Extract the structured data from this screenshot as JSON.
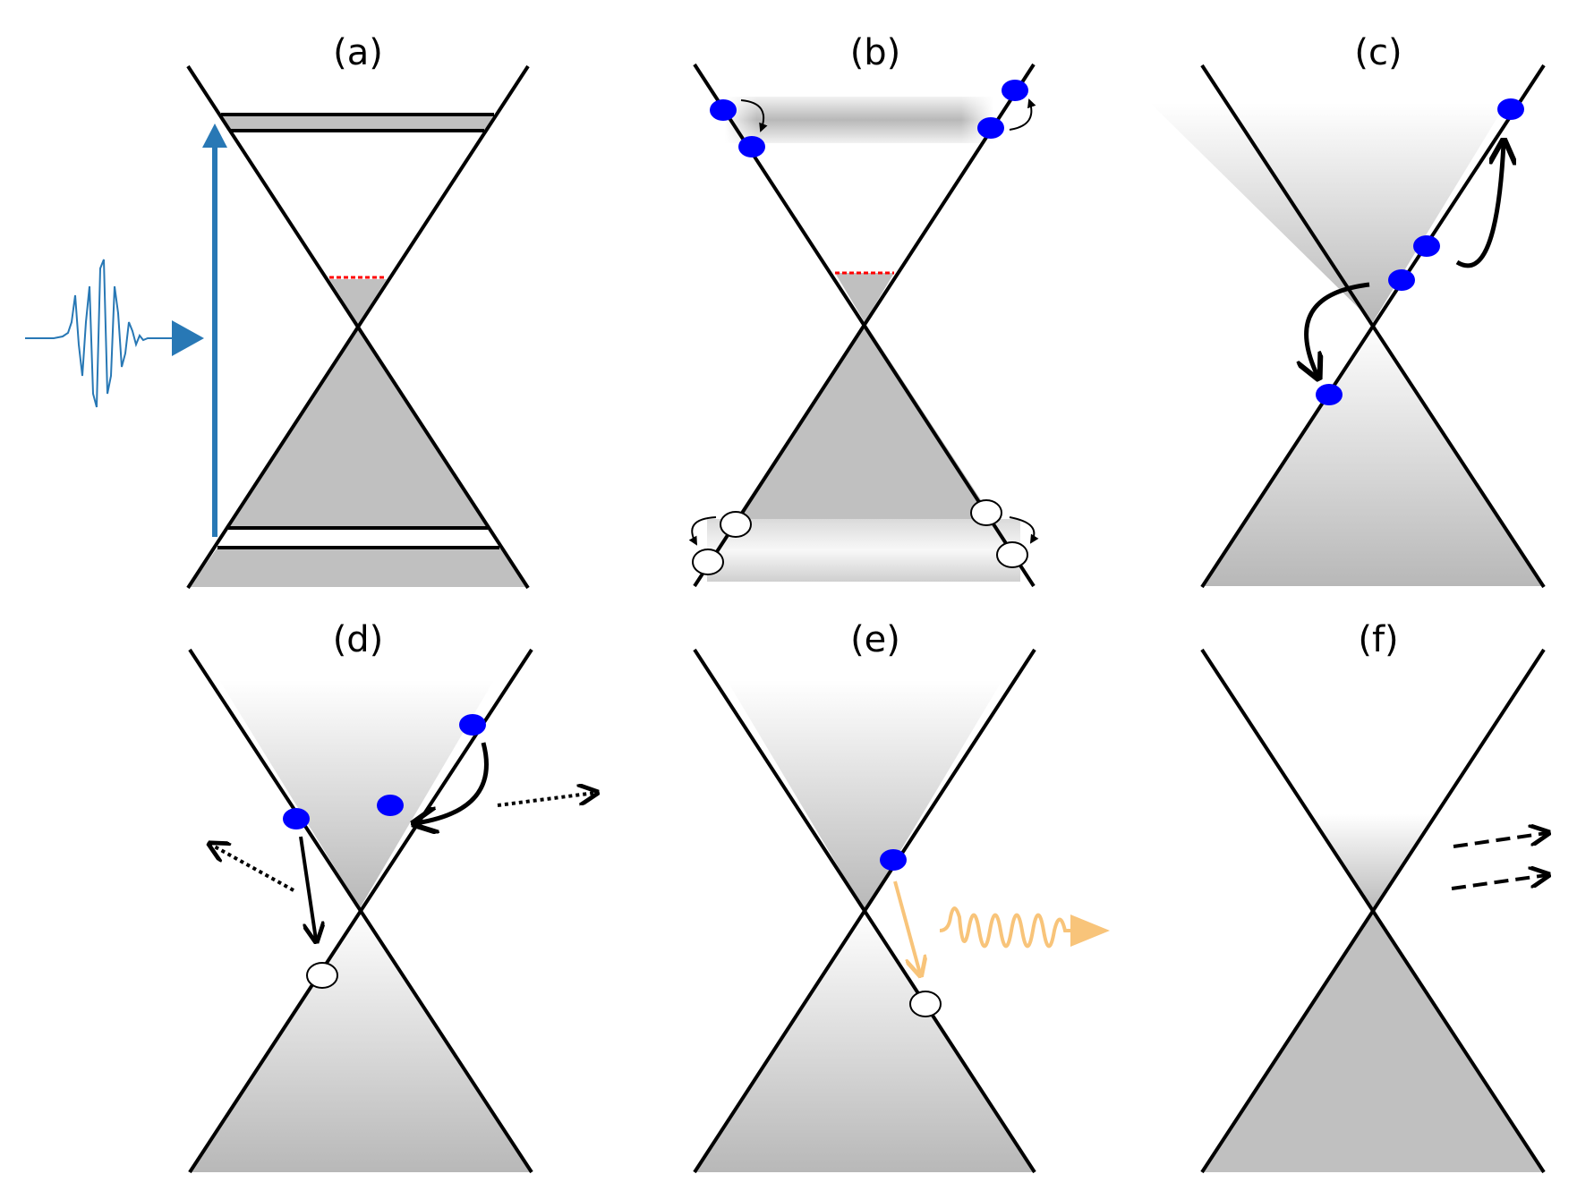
{
  "figure": {
    "panels": [
      {
        "id": "a",
        "label": "(a)"
      },
      {
        "id": "b",
        "label": "(b)"
      },
      {
        "id": "c",
        "label": "(c)"
      },
      {
        "id": "d",
        "label": "(d)"
      },
      {
        "id": "e",
        "label": "(e)"
      },
      {
        "id": "f",
        "label": "(f)"
      }
    ],
    "colors": {
      "cone_line": "#000000",
      "fill_gray": "#c0c0c0",
      "electron": "#0000ff",
      "hole": "#ffffff",
      "fermi_level": "#ff0000",
      "laser": "#2878b5",
      "photon": "#f8c47a"
    }
  }
}
